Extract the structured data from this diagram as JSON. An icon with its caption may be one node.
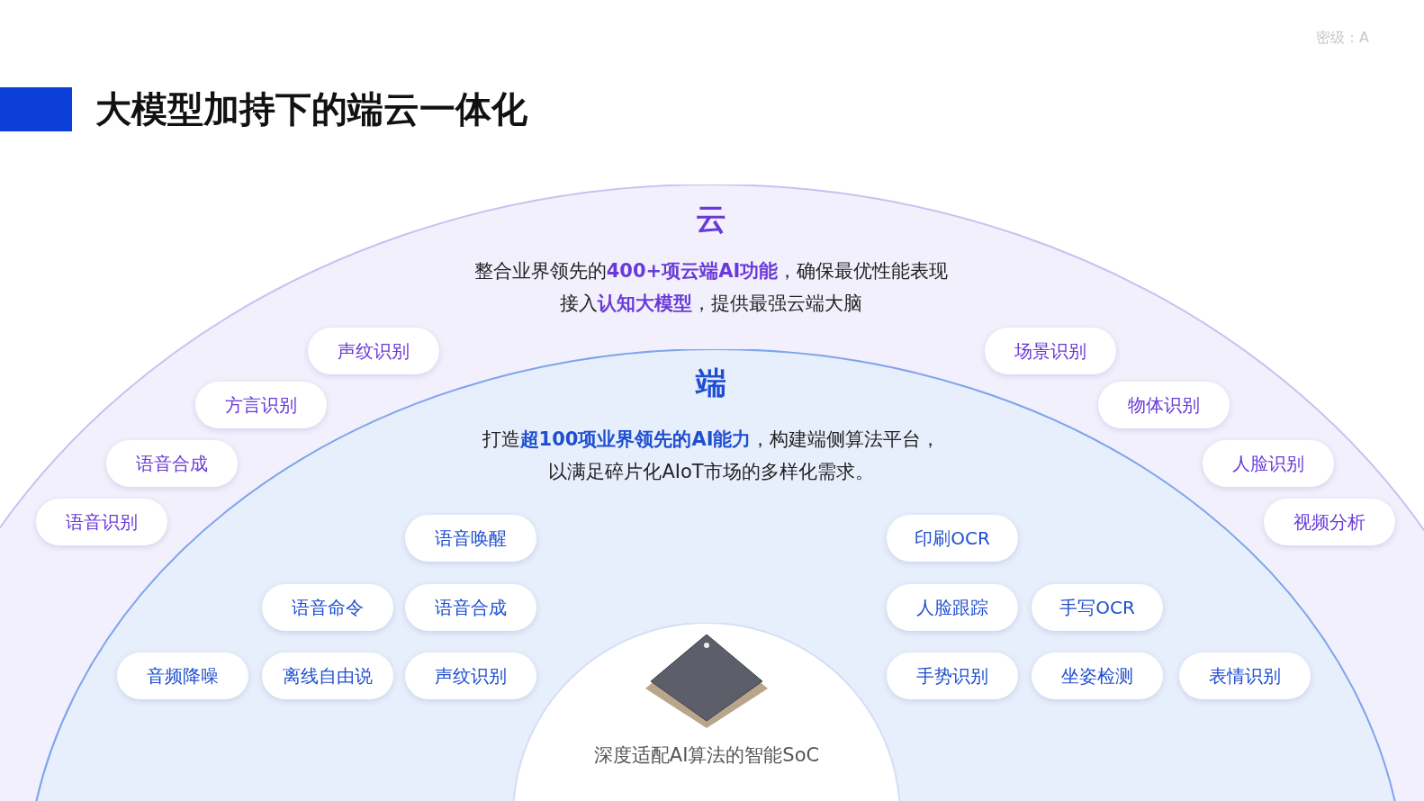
{
  "diagram": {
    "title": "大模型加持下的端云一体化",
    "nodes": [
      {
        "text": [
          "云",
          "整合业界领先的**400+项云端AI功能**，确保最优性能表现",
          "接入**认知大模型**，提供最强云端大脑"
        ]
      },
      {
        "text": [
          "声纹识别"
        ],
        "in": 0
      },
      {
        "text": [
          "方言识别"
        ],
        "in": 0
      },
      {
        "text": [
          "语音合成"
        ],
        "in": 0
      },
      {
        "text": [
          "语音识别"
        ],
        "in": 0
      },
      {
        "text": [
          "场景识别"
        ],
        "in": 0
      },
      {
        "text": [
          "物体识别"
        ],
        "in": 0
      },
      {
        "text": [
          "人脸识别"
        ],
        "in": 0
      },
      {
        "text": [
          "视频分析"
        ],
        "in": 0
      },
      {
        "text": [
          "端",
          "打造**超100项业界领先的AI能力**，构建端侧算法平台，",
          "以满足碎片化AIoT市场的多样化需求。"
        ],
        "in": 0
      },
      {
        "text": [
          "语音唤醒"
        ],
        "in": 9
      },
      {
        "text": [
          "语音命令"
        ],
        "in": 9
      },
      {
        "text": [
          "语音合成"
        ],
        "in": 9
      },
      {
        "text": [
          "音频降噪"
        ],
        "in": 9
      },
      {
        "text": [
          "离线自由说"
        ],
        "in": 9
      },
      {
        "text": [
          "声纹识别"
        ],
        "in": 9
      },
      {
        "text": [
          "印刷OCR"
        ],
        "in": 9
      },
      {
        "text": [
          "人脸跟踪"
        ],
        "in": 9
      },
      {
        "text": [
          "手写OCR"
        ],
        "in": 9
      },
      {
        "text": [
          "手势识别"
        ],
        "in": 9
      },
      {
        "text": [
          "坐姿检测"
        ],
        "in": 9
      },
      {
        "text": [
          "表情识别"
        ],
        "in": 9
      },
      {
        "text": [
          "深度适配AI算法的智能SoC"
        ],
        "in": 9
      }
    ],
    "labels": [
      "密级：A"
    ]
  }
}
